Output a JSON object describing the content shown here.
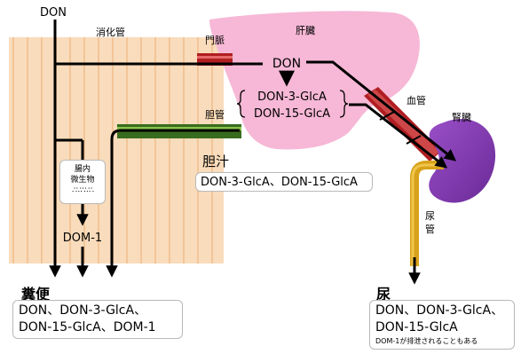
{
  "labels": {
    "don_top": "DON",
    "gut": "消化管",
    "portal_vein": "門脈",
    "liver": "肝臓",
    "liver_don": "DON",
    "liver_glc_a": "DON-3-GlcA",
    "liver_glc_b": "DON-15-GlcA",
    "bile_duct": "胆管",
    "blood_vessel": "血管",
    "kidney": "腎臓",
    "microbes": "腸内\n微生物",
    "microbe_dots": "∴∵∴∵∴",
    "dom1": "DOM-1",
    "bile": "胆汁",
    "bile_contents": "DON-3-GlcA、DON-15-GlcA",
    "ureter": "尿\n管",
    "feces": "糞便",
    "feces_line1": "DON、DON-3-GlcA、",
    "feces_line2": "DON-15-GlcA、DOM-1",
    "urine": "尿",
    "urine_line1": "DON、DON-3-GlcA、",
    "urine_line2": "DON-15-GlcA",
    "urine_note": "DOM-1が排泄されることもある"
  },
  "colors": {
    "gut": "#f9dcbc",
    "gut_stripe": "#f2c597",
    "liver": "#f6b8d6",
    "portal_vein": "#b01e22",
    "bile_duct": "#386c1e",
    "blood_vessel": "#b01e22",
    "kidney": "#7d3aa8",
    "ureter": "#d9a21b",
    "arrow": "#000000"
  }
}
